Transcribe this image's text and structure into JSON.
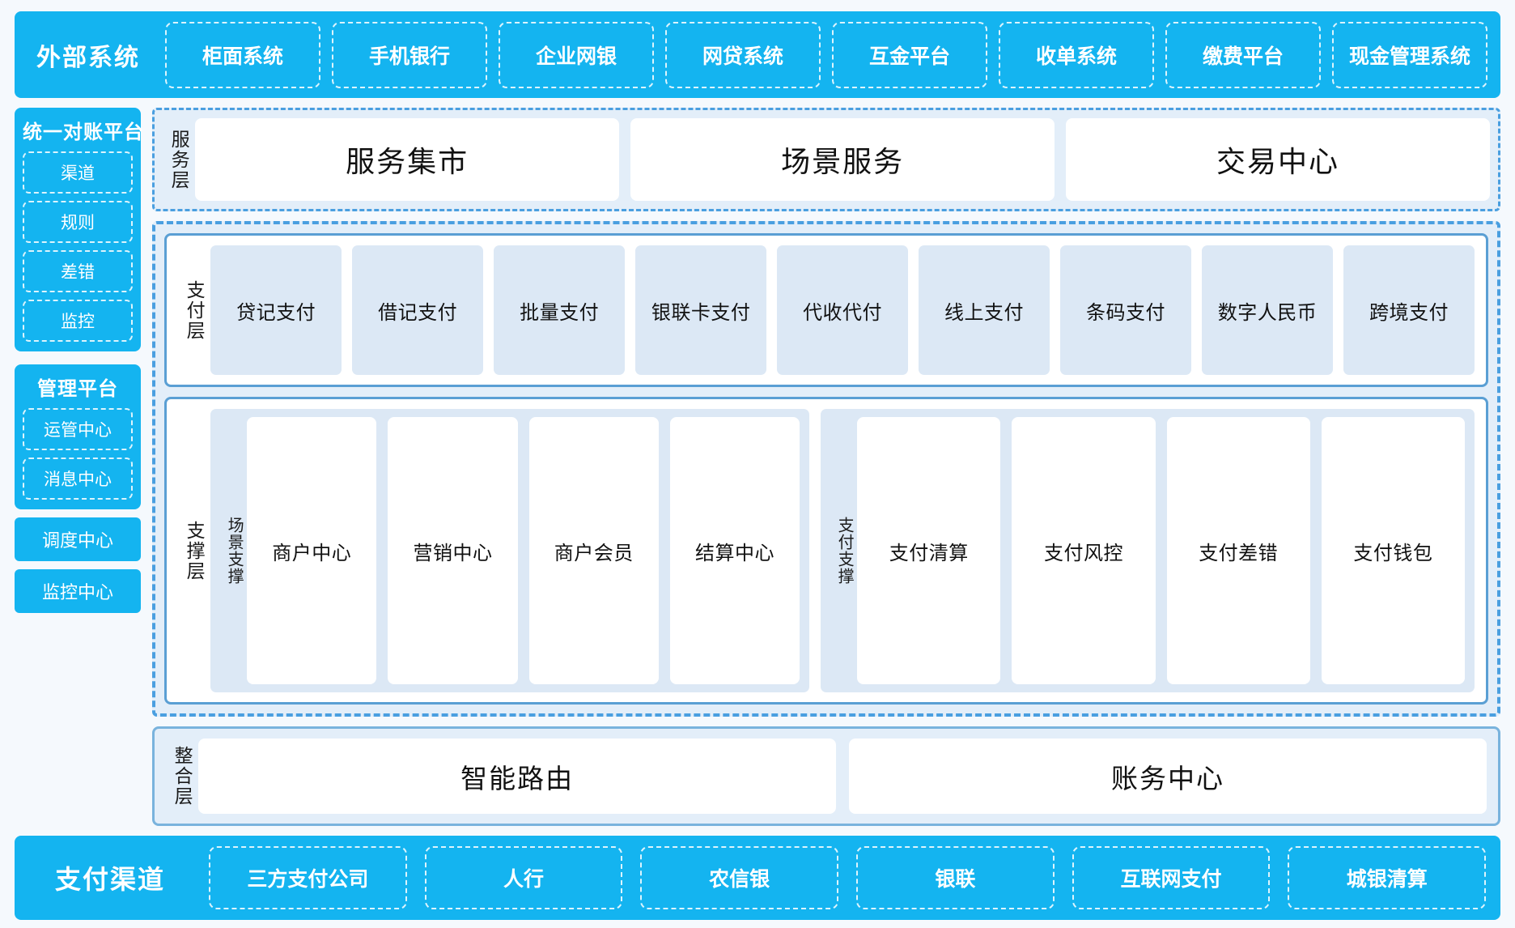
{
  "external": {
    "title": "外部系统",
    "items": [
      "柜面系统",
      "手机银行",
      "企业网银",
      "网贷系统",
      "互金平台",
      "收单系统",
      "缴费平台",
      "现金管理系统"
    ]
  },
  "left_rail": {
    "reconcile": {
      "title": "统一对账平台",
      "items": [
        "渠道",
        "规则",
        "差错",
        "监控"
      ]
    },
    "manage": {
      "title": "管理平台",
      "items": [
        "运管中心",
        "消息中心"
      ]
    },
    "standalone": [
      "调度中心",
      "监控中心"
    ]
  },
  "service_layer": {
    "label": "服务层",
    "cards": [
      "服务集市",
      "场景服务",
      "交易中心"
    ]
  },
  "payment_layer": {
    "label": "支付层",
    "items": [
      "贷记支付",
      "借记支付",
      "批量支付",
      "银联卡支付",
      "代收代付",
      "线上支付",
      "条码支付",
      "数字人民币",
      "跨境支付"
    ]
  },
  "support_layer": {
    "label": "支撑层",
    "scene": {
      "label": "场景支撑",
      "items": [
        "商户中心",
        "营销中心",
        "商户会员",
        "结算中心"
      ]
    },
    "payment_support": {
      "label": "支付支撑",
      "items": [
        "支付清算",
        "支付风控",
        "支付差错",
        "支付钱包"
      ]
    }
  },
  "integration_layer": {
    "label": "整合层",
    "cards": [
      "智能路由",
      "账务中心"
    ]
  },
  "channel": {
    "title": "支付渠道",
    "items": [
      "三方支付公司",
      "人行",
      "农信银",
      "银联",
      "互联网支付",
      "城银清算"
    ]
  },
  "colors": {
    "brand_blue": "#14b4f0",
    "dash_border": "#4a9fe0",
    "panel_bg": "#e3eef9",
    "chip_bg": "#dce8f5",
    "page_bg": "#f5f9fd"
  }
}
